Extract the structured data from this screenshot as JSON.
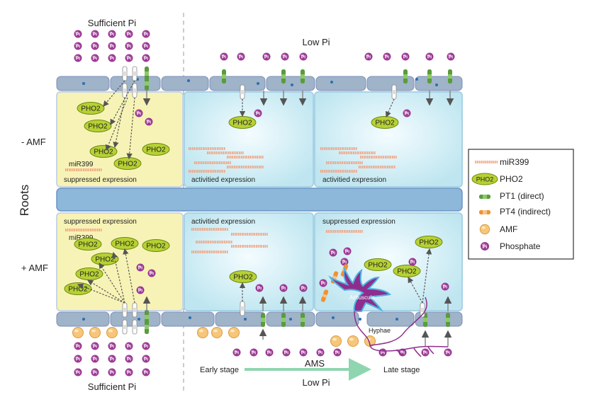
{
  "labels": {
    "sufficient_pi_top": "Sufficient Pi",
    "low_pi_top": "Low Pi",
    "sufficient_pi_bottom": "Sufficient Pi",
    "low_pi_bottom": "Low Pi",
    "roots": "Roots",
    "minus_amf": "- AMF",
    "plus_amf": "+ AMF",
    "early_stage": "Early stage",
    "late_stage": "Late stage",
    "ams": "AMS",
    "arbuscule": "Arbuscule",
    "hyphae": "Hyphae",
    "mir399_a": "miR399",
    "mir399_b": "miR399"
  },
  "panels": {
    "top_left": "suppressed expression",
    "top_mid": "activitied expression",
    "top_right": "activitied expression",
    "bottom_left": "suppressed expression",
    "bottom_mid": "activitied expression",
    "bottom_right": "suppressed expression"
  },
  "glyphs": {
    "pi": "Pi",
    "pho2": "PHO2"
  },
  "legend": {
    "items": [
      {
        "icon": "mir399-icon",
        "label": "miR399"
      },
      {
        "icon": "pho2-icon",
        "label": "PHO2"
      },
      {
        "icon": "pt1-icon",
        "label": "PT1 (direct)"
      },
      {
        "icon": "pt4-icon",
        "label": "PT4 (indirect)"
      },
      {
        "icon": "amf-icon",
        "label": "AMF"
      },
      {
        "icon": "phosphate-icon",
        "label": "Phosphate"
      }
    ]
  },
  "colors": {
    "suppressed_cell": "#f7f3b6",
    "activated_cell": "#cdeef4",
    "root_band": "#8db8da",
    "pho2": "#b7d134",
    "pt1": "#5a9b3c",
    "pt4": "#f0922e",
    "amf": "#f6c67a",
    "phosphate": "#9b3a93",
    "mir399": "#f19f7b",
    "arbuscule": "#8d2e8e",
    "ams_arrow": "#8fd6b0"
  }
}
